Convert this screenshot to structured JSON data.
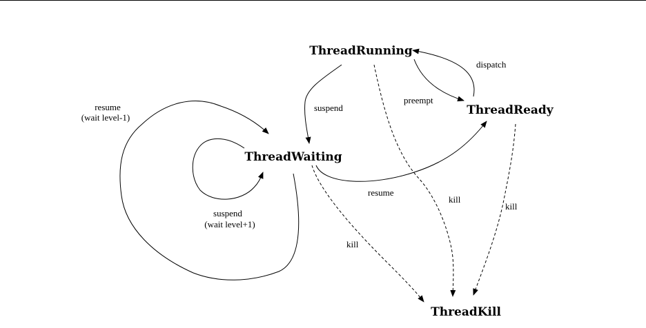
{
  "states": {
    "running": "ThreadRunning",
    "ready": "ThreadReady",
    "waiting": "ThreadWaiting",
    "kill": "ThreadKill"
  },
  "transitions": {
    "dispatch": "dispatch",
    "preempt": "preempt",
    "suspend_running": "suspend",
    "resume_outer_line1": "resume",
    "resume_outer_line2": "(wait level-1)",
    "suspend_inner_line1": "suspend",
    "suspend_inner_line2": "(wait level+1)",
    "resume_to_ready": "resume",
    "kill_running": "kill",
    "kill_ready": "kill",
    "kill_waiting": "kill"
  }
}
